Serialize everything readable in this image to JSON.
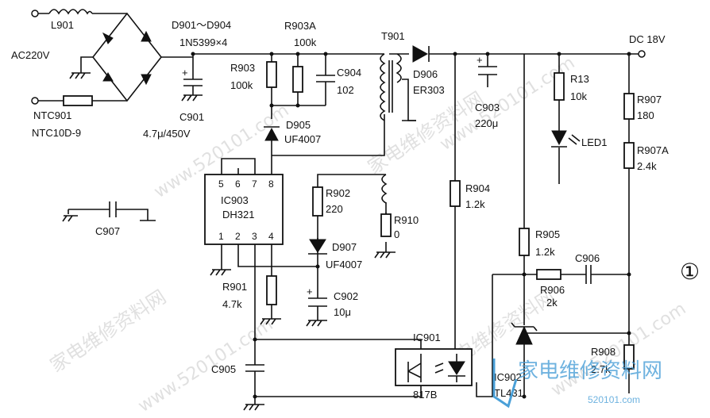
{
  "labels": {
    "l901": "L901",
    "ac_input": "AC220V",
    "bridge": "D901～D904",
    "bridge_type": "1N5399×4",
    "r903a": "R903A",
    "r903a_val": "100k",
    "t901": "T901",
    "dc_out": "DC 18V",
    "r903": "R903",
    "r903_val": "100k",
    "c904": "C904",
    "c904_val": "102",
    "d906": "D906",
    "d906_type": "ER303",
    "r13": "R13",
    "r13_val": "10k",
    "r907": "R907",
    "r907_val": "180",
    "ntc": "NTC901",
    "ntc_type": "NTC10D-9",
    "c901": "C901",
    "c901_val": "4.7μ/450V",
    "d905": "D905",
    "d905_type": "UF4007",
    "c903": "C903",
    "c903_val": "220μ",
    "led1": "LED1",
    "r907a": "R907A",
    "r907a_val": "2.4k",
    "ic903": "IC903",
    "ic903_type": "DH321",
    "r902": "R902",
    "r902_val": "220",
    "r904": "R904",
    "r904_val": "1.2k",
    "r910": "R910",
    "r910_val": "0",
    "c907": "C907",
    "r905": "R905",
    "r905_val": "1.2k",
    "c906": "C906",
    "d907": "D907",
    "d907_type": "UF4007",
    "r901": "R901",
    "r901_val": "4.7k",
    "r906": "R906",
    "r906_val": "2k",
    "c902": "C902",
    "c902_val": "10μ",
    "ic901": "IC901",
    "ic901_type": "817B",
    "r908": "R908",
    "r908_val": "2.7k",
    "c905": "C905",
    "ic902": "IC902",
    "ic902_type": "TL431",
    "figure_number": "①"
  },
  "ic903_pins": {
    "top": [
      "5",
      "6",
      "7",
      "8"
    ],
    "bottom": [
      "1",
      "2",
      "3",
      "4"
    ]
  },
  "watermarks": {
    "chinese": "家电维修资料网",
    "url": "www.520101.com",
    "logo_text": "家电维修资料网",
    "logo_url": "520101.com"
  }
}
